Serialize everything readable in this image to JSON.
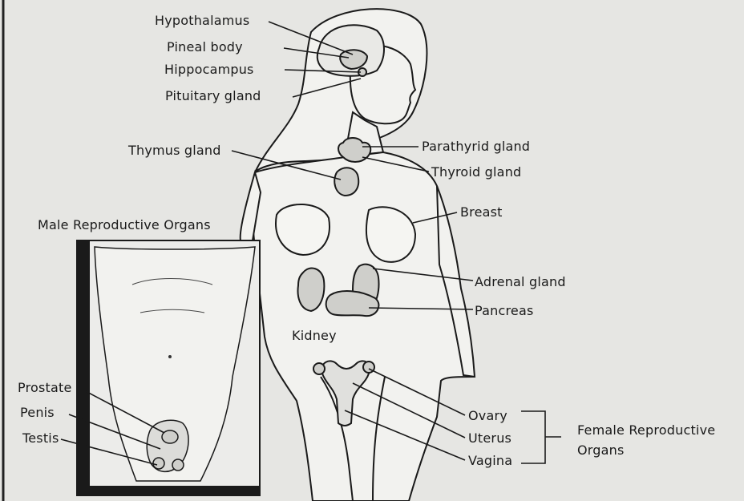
{
  "labels": {
    "hypothalamus": "Hypothalamus",
    "pineal_body": "Pineal body",
    "hippocampus": "Hippocampus",
    "pituitary_gland": "Pituitary gland",
    "thymus_gland": "Thymus gland",
    "parathyrid_gland": "Parathyrid gland",
    "thyroid_gland": "Thyroid gland",
    "breast": "Breast",
    "male_reproductive_organs": "Male Reproductive Organs",
    "adrenal_gland": "Adrenal gland",
    "pancreas": "Pancreas",
    "kidney": "Kidney",
    "prostate": "Prostate",
    "penis": "Penis",
    "testis": "Testis",
    "ovary": "Ovary",
    "uterus": "Uterus",
    "vagina": "Vagina",
    "female_reproductive_organs_line1": "Female Reproductive",
    "female_reproductive_organs_line2": "Organs"
  },
  "colors": {
    "ink": "#1a1a1a",
    "background": "#e6e6e3",
    "skin": "#f2f2ef",
    "organ": "#cfcfcb"
  }
}
